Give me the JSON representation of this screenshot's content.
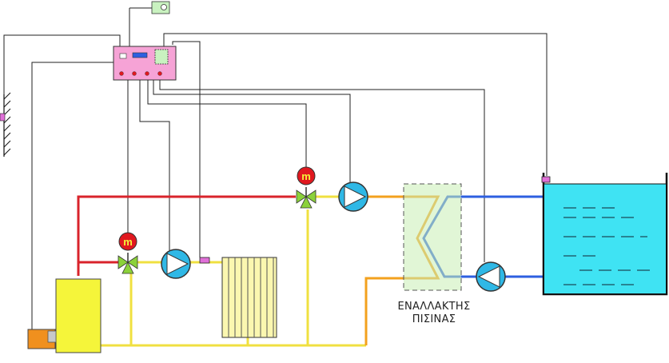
{
  "exchanger_label": {
    "line1": "ΕΝΑΛΛΑΚΤΗΣ",
    "line2": "ΠΙΣΙΝΑΣ"
  },
  "valve_letter": "m",
  "colors": {
    "hot_pipe": "#d9232b",
    "return_pipe": "#f0e040",
    "exchanger_pipe": "#f3a11e",
    "pool_pipe": "#2d5fe0",
    "signal_wire": "#222222",
    "controller": "#f6a3d6",
    "boiler": "#f5f53a",
    "burner": "#f0901e",
    "radiator": "#fbf7b0",
    "pool_water": "#3fe3f3",
    "exchanger_box": "#c8efb4",
    "pump_body": "#2fb8e6",
    "valve_body": "#8bd13a",
    "valve_head": "#e0181f",
    "sensor": "#e070d8",
    "thermostat": "#c9f2c0"
  },
  "icons": [
    "thermostat-icon",
    "controller-icon",
    "boiler-icon",
    "burner-icon",
    "pump-icon",
    "mixing-valve-icon",
    "radiator-icon",
    "heat-exchanger-icon",
    "pool-tank-icon",
    "outdoor-sensor-icon"
  ]
}
